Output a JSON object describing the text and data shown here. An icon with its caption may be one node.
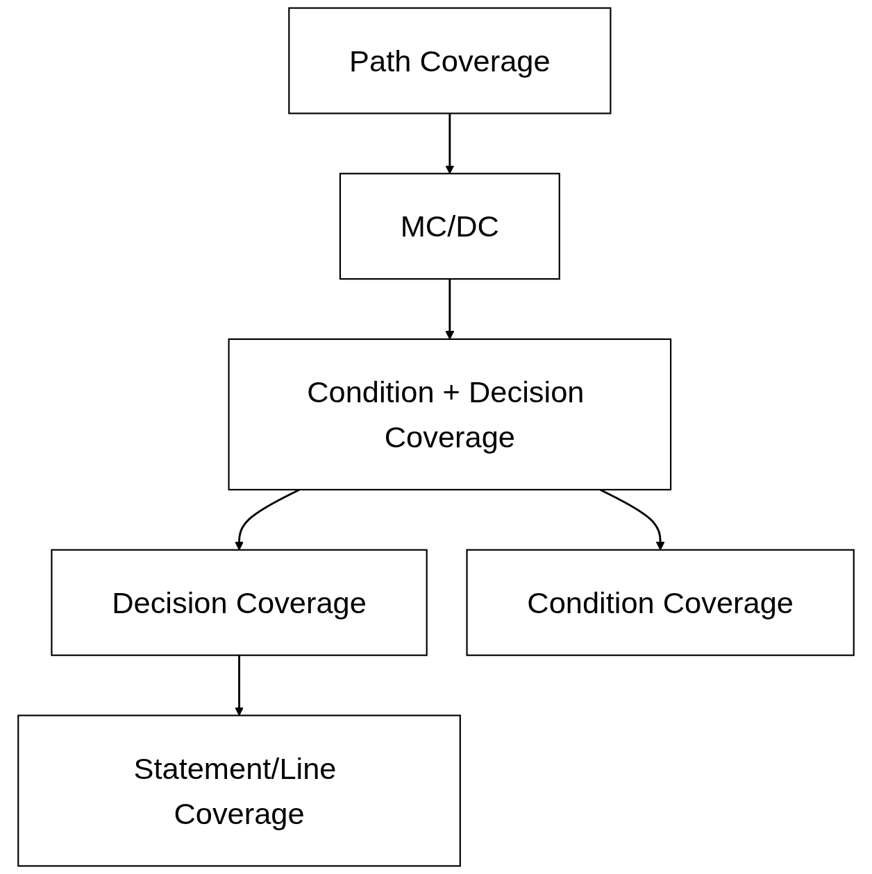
{
  "diagram": {
    "nodes": [
      {
        "text": [
          "Path Coverage"
        ]
      },
      {
        "text": [
          "MC/DC"
        ]
      },
      {
        "text": [
          "Condition + Decision Coverage"
        ]
      },
      {
        "text": [
          "Decision Coverage"
        ]
      },
      {
        "text": [
          "Condition Coverage"
        ]
      },
      {
        "text": [
          "Statement/Line Coverage"
        ]
      }
    ],
    "edges": [
      {
        "from": 0,
        "to": 1,
        "arrow": "to"
      },
      {
        "from": 1,
        "to": 2,
        "arrow": "to"
      },
      {
        "from": 2,
        "to": 3,
        "arrow": "to"
      },
      {
        "from": 2,
        "to": 4,
        "arrow": "to"
      },
      {
        "from": 3,
        "to": 5,
        "arrow": "to"
      }
    ]
  }
}
